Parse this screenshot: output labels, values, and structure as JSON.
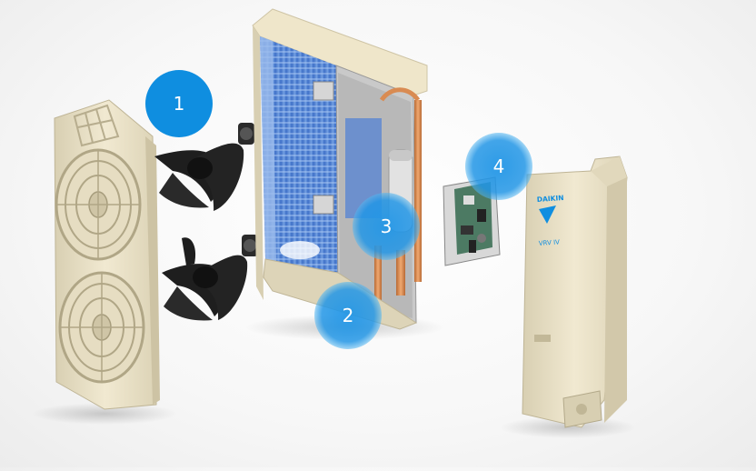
{
  "markers": [
    {
      "label": "1"
    },
    {
      "label": "2"
    },
    {
      "label": "3"
    },
    {
      "label": "4"
    }
  ],
  "brand": {
    "logo_text": "DAIKIN",
    "model_text": "VRV IV"
  },
  "colors": {
    "marker_blue": "#0f8ee0",
    "casing": "#ece3c8",
    "coil_blue": "#4c7fd0",
    "fan_black": "#1e1e1e",
    "pipe_copper": "#d98b52"
  }
}
